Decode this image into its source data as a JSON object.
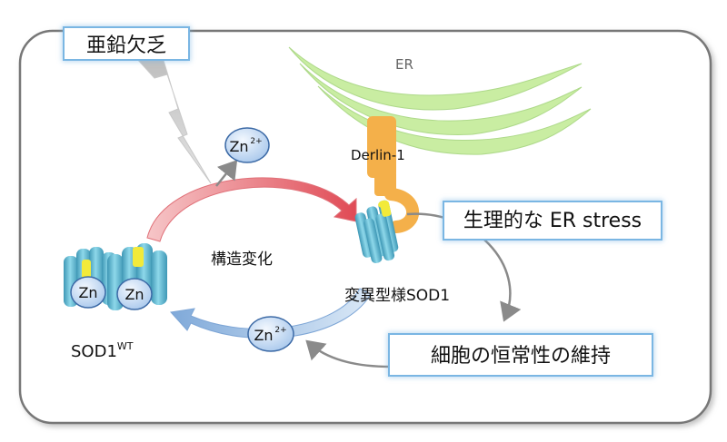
{
  "labels": {
    "zinc_deficiency": "亜鉛欠乏",
    "er": "ER",
    "derlin": "Derlin-1",
    "physiological_er_stress": "生理的な ER stress",
    "structural_change": "構造変化",
    "mutant_like_sod1": "変異型様SOD1",
    "homeostasis": "細胞の恒常性の維持",
    "sod1": "SOD1",
    "sod1_superscript": "WT",
    "zn_ion": "Zn",
    "zn_charge": "2+",
    "zn_bound_1": "Zn",
    "zn_bound_2": "Zn"
  },
  "colors": {
    "box_border": "#7ab6e3",
    "zn_bubble": "#bcd8f5",
    "er_membrane": "#c7eba0",
    "derlin": "#f2b34a",
    "red_arrow": "#e8646c",
    "blue_arrow": "#8ab4de",
    "gray_arrow": "#8a8a8a",
    "cylinder": "#6cc6dc",
    "cylinder_top": "#f2ea3a"
  }
}
